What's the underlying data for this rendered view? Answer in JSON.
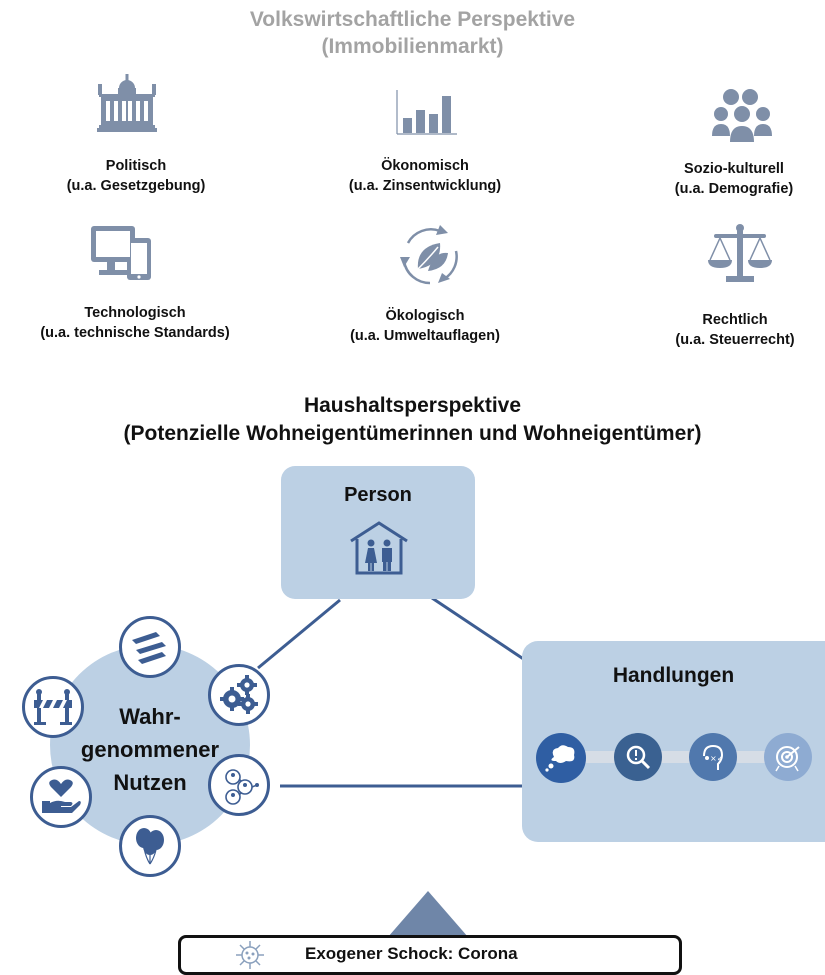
{
  "macro": {
    "title_line1": "Volkswirtschaftliche Perspektive",
    "title_line2": "(Immobilienmarkt)",
    "factors": [
      {
        "icon": "government-building-icon",
        "line1": "Politisch",
        "line2": "(u.a. Gesetzgebung)"
      },
      {
        "icon": "bar-chart-icon",
        "line1": "Ökonomisch",
        "line2": "(u.a. Zinsentwicklung)"
      },
      {
        "icon": "people-group-icon",
        "line1": "Sozio-kulturell",
        "line2": "(u.a. Demografie)"
      },
      {
        "icon": "devices-icon",
        "line1": "Technologisch",
        "line2": "(u.a. technische Standards)"
      },
      {
        "icon": "eco-leaf-cycle-icon",
        "line1": "Ökologisch",
        "line2": "(u.a. Umweltauflagen)"
      },
      {
        "icon": "scales-icon",
        "line1": "Rechtlich",
        "line2": "(u.a. Steuerrecht)"
      }
    ]
  },
  "household": {
    "title_line1": "Haushaltsperspektive",
    "title_line2": "(Potenzielle Wohneigentümerinnen und Wohneigentümer)"
  },
  "person": {
    "title": "Person",
    "icon": "house-couple-icon"
  },
  "actions": {
    "title": "Handlungen",
    "steps": [
      "thought-bubble-icon",
      "magnifier-icon",
      "decision-face-icon",
      "target-icon"
    ]
  },
  "benefit": {
    "line1": "Wahr-",
    "line2": "genommener",
    "line3": "Nutzen",
    "satellites": [
      "money-bills-icon",
      "gears-icon",
      "network-people-icon",
      "balloons-icon",
      "hand-heart-icon",
      "barrier-icon"
    ]
  },
  "shock": {
    "label": "Exogener Schock: Corona",
    "icon": "virus-icon"
  },
  "colors": {
    "accent": "#3d5d92",
    "box_fill": "#bcd0e4",
    "icon_grey": "#7f8fa8",
    "title_grey": "#a3a3a3"
  }
}
